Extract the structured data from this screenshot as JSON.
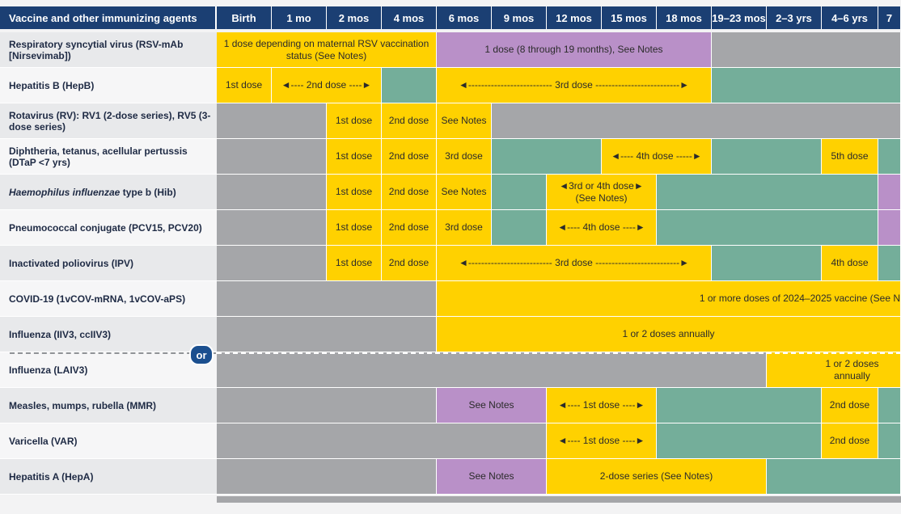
{
  "colors": {
    "header": "#1b3f73",
    "recommended": "#ffd100",
    "certain_high_risk": "#b990c8",
    "catch_up": "#74ae9a",
    "not_routinely": "#a5a6a9"
  },
  "header": {
    "col0": "Vaccine and other immunizing agents",
    "ages": [
      "Birth",
      "1 mo",
      "2 mos",
      "4 mos",
      "6 mos",
      "9 mos",
      "12 mos",
      "15 mos",
      "18 mos",
      "19–23 mos",
      "2–3 yrs",
      "4–6 yrs",
      "7"
    ]
  },
  "or_label": "or",
  "rows": [
    {
      "label": "Respiratory syncytial virus (RSV-mAb [Nirsevimab])",
      "name": "rsv",
      "cells": [
        {
          "s": 0,
          "e": 4,
          "c": "y",
          "t": "1 dose depending on maternal RSV vaccination status (See Notes)",
          "w": true
        },
        {
          "s": 4,
          "e": 9,
          "c": "p",
          "t": "1 dose (8 through 19 months), See Notes"
        },
        {
          "s": 9,
          "e": 13,
          "c": "g",
          "t": ""
        }
      ]
    },
    {
      "label": "Hepatitis B (HepB)",
      "name": "hepb",
      "cells": [
        {
          "s": 0,
          "e": 1,
          "c": "y",
          "t": "1st dose"
        },
        {
          "s": 1,
          "e": 3,
          "c": "y",
          "t": "◄---- 2nd dose ----►"
        },
        {
          "s": 3,
          "e": 4,
          "c": "t",
          "t": ""
        },
        {
          "s": 4,
          "e": 9,
          "c": "y",
          "t": "◄-------------------------- 3rd dose --------------------------►"
        },
        {
          "s": 9,
          "e": 13,
          "c": "t",
          "t": ""
        }
      ]
    },
    {
      "label": "Rotavirus (RV): RV1 (2-dose series), RV5 (3-dose series)",
      "name": "rotavirus",
      "cells": [
        {
          "s": 0,
          "e": 2,
          "c": "g",
          "t": ""
        },
        {
          "s": 2,
          "e": 3,
          "c": "y",
          "t": "1st dose"
        },
        {
          "s": 3,
          "e": 4,
          "c": "y",
          "t": "2nd dose"
        },
        {
          "s": 4,
          "e": 5,
          "c": "y",
          "t": "See Notes"
        },
        {
          "s": 5,
          "e": 13,
          "c": "g",
          "t": ""
        }
      ]
    },
    {
      "label": "Diphtheria, tetanus, acellular pertussis (DTaP <7 yrs)",
      "name": "dtap",
      "cells": [
        {
          "s": 0,
          "e": 2,
          "c": "g",
          "t": ""
        },
        {
          "s": 2,
          "e": 3,
          "c": "y",
          "t": "1st dose"
        },
        {
          "s": 3,
          "e": 4,
          "c": "y",
          "t": "2nd dose"
        },
        {
          "s": 4,
          "e": 5,
          "c": "y",
          "t": "3rd dose"
        },
        {
          "s": 5,
          "e": 7,
          "c": "t",
          "t": ""
        },
        {
          "s": 7,
          "e": 9,
          "c": "y",
          "t": "◄---- 4th dose -----►"
        },
        {
          "s": 9,
          "e": 11,
          "c": "t",
          "t": ""
        },
        {
          "s": 11,
          "e": 12,
          "c": "y",
          "t": "5th dose"
        },
        {
          "s": 12,
          "e": 13,
          "c": "t",
          "t": ""
        }
      ]
    },
    {
      "label": "Haemophilus influenzae type b (Hib)",
      "italic": "Haemophilus influenzae",
      "rest": " type b (Hib)",
      "name": "hib",
      "cells": [
        {
          "s": 0,
          "e": 2,
          "c": "g",
          "t": ""
        },
        {
          "s": 2,
          "e": 3,
          "c": "y",
          "t": "1st dose"
        },
        {
          "s": 3,
          "e": 4,
          "c": "y",
          "t": "2nd dose"
        },
        {
          "s": 4,
          "e": 5,
          "c": "y",
          "t": "See Notes"
        },
        {
          "s": 5,
          "e": 6,
          "c": "t",
          "t": ""
        },
        {
          "s": 6,
          "e": 8,
          "c": "y",
          "t": "◄3rd or 4th dose► (See Notes)",
          "w": true
        },
        {
          "s": 8,
          "e": 12,
          "c": "t",
          "t": ""
        },
        {
          "s": 12,
          "e": 13,
          "c": "p",
          "t": ""
        }
      ]
    },
    {
      "label": "Pneumococcal conjugate (PCV15, PCV20)",
      "name": "pcv",
      "cells": [
        {
          "s": 0,
          "e": 2,
          "c": "g",
          "t": ""
        },
        {
          "s": 2,
          "e": 3,
          "c": "y",
          "t": "1st dose"
        },
        {
          "s": 3,
          "e": 4,
          "c": "y",
          "t": "2nd dose"
        },
        {
          "s": 4,
          "e": 5,
          "c": "y",
          "t": "3rd dose"
        },
        {
          "s": 5,
          "e": 6,
          "c": "t",
          "t": ""
        },
        {
          "s": 6,
          "e": 8,
          "c": "y",
          "t": "◄---- 4th dose ----►"
        },
        {
          "s": 8,
          "e": 12,
          "c": "t",
          "t": ""
        },
        {
          "s": 12,
          "e": 13,
          "c": "p",
          "t": ""
        }
      ]
    },
    {
      "label": "Inactivated poliovirus (IPV)",
      "name": "ipv",
      "cells": [
        {
          "s": 0,
          "e": 2,
          "c": "g",
          "t": ""
        },
        {
          "s": 2,
          "e": 3,
          "c": "y",
          "t": "1st dose"
        },
        {
          "s": 3,
          "e": 4,
          "c": "y",
          "t": "2nd dose"
        },
        {
          "s": 4,
          "e": 9,
          "c": "y",
          "t": "◄-------------------------- 3rd dose --------------------------►"
        },
        {
          "s": 9,
          "e": 11,
          "c": "t",
          "t": ""
        },
        {
          "s": 11,
          "e": 12,
          "c": "y",
          "t": "4th dose"
        },
        {
          "s": 12,
          "e": 13,
          "c": "t",
          "t": ""
        }
      ]
    },
    {
      "label": "COVID-19 (1vCOV-mRNA, 1vCOV-aPS)",
      "name": "covid",
      "cells": [
        {
          "s": 0,
          "e": 4,
          "c": "g",
          "t": ""
        },
        {
          "s": 4,
          "e": 13,
          "c": "y",
          "t": "1 or more doses of 2024–2025 vaccine (See N",
          "clip": true
        }
      ]
    },
    {
      "label": "Influenza (IIV3, ccIIV3)",
      "name": "influenza-iiv",
      "cells": [
        {
          "s": 0,
          "e": 4,
          "c": "g",
          "t": ""
        },
        {
          "s": 4,
          "e": 13,
          "c": "y",
          "t": "1 or 2 doses annually"
        }
      ]
    },
    {
      "label": "Influenza (LAIV3)",
      "name": "influenza-laiv",
      "cells": [
        {
          "s": 0,
          "e": 10,
          "c": "g",
          "t": ""
        },
        {
          "s": 10,
          "e": 13,
          "c": "y",
          "t": "1 or 2 doses annually",
          "w": true,
          "narrow": true
        }
      ]
    },
    {
      "label": "Measles, mumps, rubella (MMR)",
      "name": "mmr",
      "cells": [
        {
          "s": 0,
          "e": 4,
          "c": "g",
          "t": ""
        },
        {
          "s": 4,
          "e": 6,
          "c": "p",
          "t": "See Notes"
        },
        {
          "s": 6,
          "e": 8,
          "c": "y",
          "t": "◄---- 1st dose ----►"
        },
        {
          "s": 8,
          "e": 11,
          "c": "t",
          "t": ""
        },
        {
          "s": 11,
          "e": 12,
          "c": "y",
          "t": "2nd dose"
        },
        {
          "s": 12,
          "e": 13,
          "c": "t",
          "t": ""
        }
      ]
    },
    {
      "label": "Varicella (VAR)",
      "name": "varicella",
      "cells": [
        {
          "s": 0,
          "e": 6,
          "c": "g",
          "t": ""
        },
        {
          "s": 6,
          "e": 8,
          "c": "y",
          "t": "◄---- 1st dose ----►"
        },
        {
          "s": 8,
          "e": 11,
          "c": "t",
          "t": ""
        },
        {
          "s": 11,
          "e": 12,
          "c": "y",
          "t": "2nd dose"
        },
        {
          "s": 12,
          "e": 13,
          "c": "t",
          "t": ""
        }
      ]
    },
    {
      "label": "Hepatitis A (HepA)",
      "name": "hepa",
      "cells": [
        {
          "s": 0,
          "e": 4,
          "c": "g",
          "t": ""
        },
        {
          "s": 4,
          "e": 6,
          "c": "p",
          "t": "See Notes"
        },
        {
          "s": 6,
          "e": 10,
          "c": "y",
          "t": "2-dose series (See Notes)"
        },
        {
          "s": 10,
          "e": 13,
          "c": "t",
          "t": ""
        }
      ]
    }
  ]
}
